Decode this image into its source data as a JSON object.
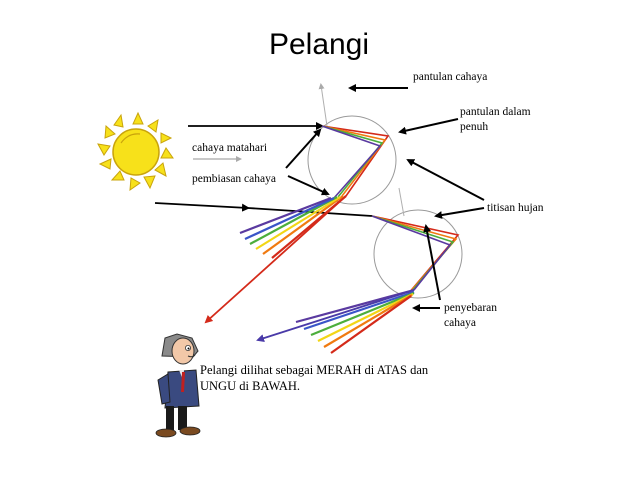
{
  "title": "Pelangi",
  "labels": {
    "pantulan_cahaya": "pantulan cahaya",
    "pantulan_dalam_1": "pantulan dalam",
    "pantulan_dalam_2": "penuh",
    "cahaya_matahari": "cahaya matahari",
    "pembiasan_cahaya": "pembiasan cahaya",
    "titisan_hujan": "titisan hujan",
    "penyebaran_1": "penyebaran",
    "penyebaran_2": "cahaya"
  },
  "caption": {
    "line1": "Pelangi dilihat sebagai MERAH di ATAS dan",
    "line2": "UNGU di BAWAH."
  },
  "colors": {
    "red": "#d42a1a",
    "orange": "#f07a10",
    "yellow": "#f2d616",
    "green": "#4cae3c",
    "blue": "#3a55c8",
    "violet": "#5a3aa0",
    "sun": "#f7e11a",
    "sun_stroke": "#c9a40c"
  },
  "icons": [
    "sun-icon",
    "person-icon"
  ]
}
